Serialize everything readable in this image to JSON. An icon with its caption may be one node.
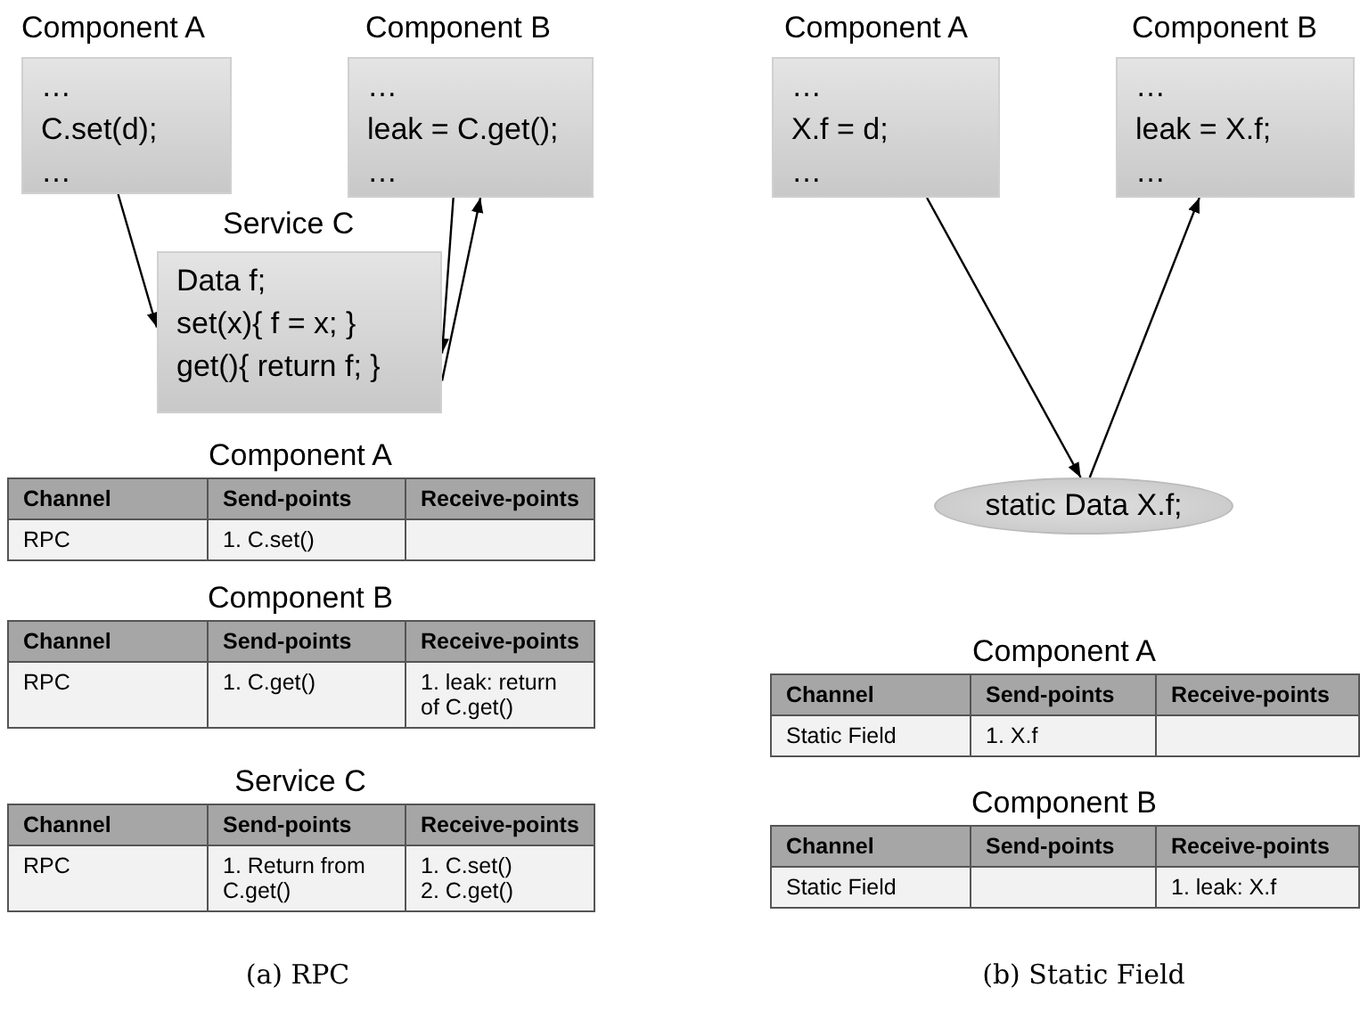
{
  "diagram": {
    "nodes": [
      {
        "text": [
          "Component A",
          "…",
          "C.set(d);",
          "…"
        ]
      },
      {
        "text": [
          "Component B",
          "…",
          "leak = C.get();",
          "…"
        ]
      },
      {
        "text": [
          "Service C",
          "Data f;",
          "set(x){ f = x; }",
          "get(){ return f; }"
        ]
      },
      {
        "text": [
          "Component A",
          "…",
          "X.f = d;",
          "…"
        ]
      },
      {
        "text": [
          "Component B",
          "…",
          "leak = X.f;",
          "…"
        ]
      },
      {
        "text": [
          "static Data X.f;"
        ]
      }
    ],
    "edges": [
      {
        "from": 0,
        "to": 2,
        "arrow": "to"
      },
      {
        "from": 1,
        "to": 2,
        "arrow": "to"
      },
      {
        "from": 2,
        "to": 1,
        "arrow": "to"
      },
      {
        "from": 3,
        "to": 5,
        "arrow": "to"
      },
      {
        "from": 5,
        "to": 4,
        "arrow": "to"
      }
    ],
    "labels": [
      "Component A",
      "Channel",
      "Send-points",
      "Receive-points",
      "RPC",
      "1. C.set()",
      "Component B",
      "Channel",
      "Send-points",
      "Receive-points",
      "RPC",
      "1. C.get()",
      "1. leak: return of C.get()",
      "Service C",
      "Channel",
      "Send-points",
      "Receive-points",
      "RPC",
      "1. Return from C.get()",
      "1. C.set()",
      "2. C.get()",
      "(a) RPC",
      "Component A",
      "Channel",
      "Send-points",
      "Receive-points",
      "Static Field",
      "1. X.f",
      "Component B",
      "Channel",
      "Send-points",
      "Receive-points",
      "Static Field",
      "1. leak: X.f",
      "(b) Static Field"
    ]
  }
}
